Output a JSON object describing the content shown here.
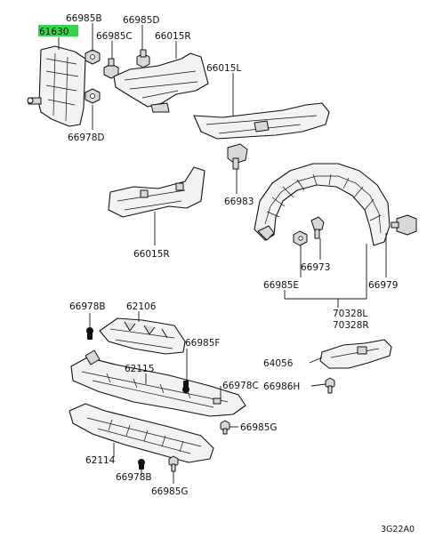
{
  "labels": {
    "p61630": "61630",
    "p66985B": "66985B",
    "p66985D": "66985D",
    "p66985C": "66985C",
    "p66015R_top": "66015R",
    "p66015L": "66015L",
    "p66978D": "66978D",
    "p66983": "66983",
    "p66015R_mid": "66015R",
    "p66973": "66973",
    "p66985E": "66985E",
    "p66979": "66979",
    "p70328L": "70328L",
    "p70328R": "70328R",
    "p66978B_top": "66978B",
    "p62106": "62106",
    "p66985F": "66985F",
    "p62115": "62115",
    "p66978C": "66978C",
    "p64056": "64056",
    "p66986H": "66986H",
    "p66985G_right": "66985G",
    "p62114": "62114",
    "p66978B_bottom": "66978B",
    "p66985G_bottom": "66985G",
    "code": "3G22A0"
  },
  "highlight_color": "#32d74b",
  "highlighted_part": "61630"
}
